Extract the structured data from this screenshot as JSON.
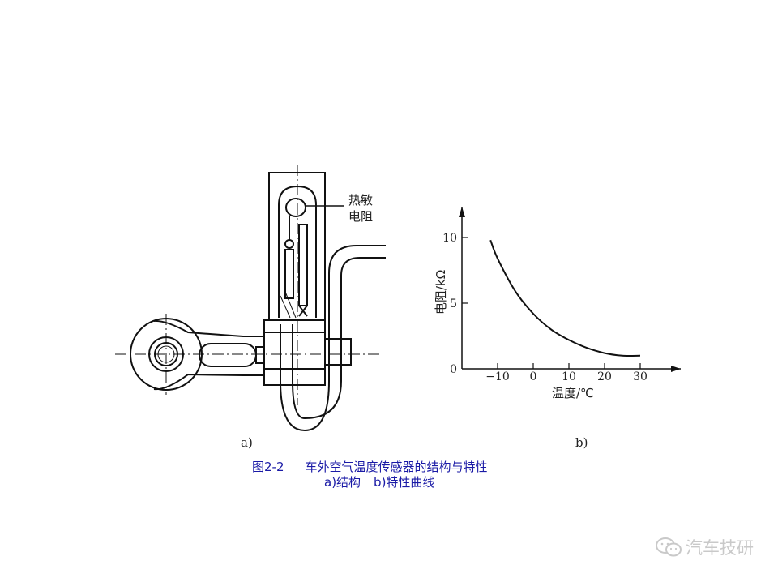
{
  "panel_a": {
    "label": "a)",
    "callout_line1": "热敏",
    "callout_line2": "电阻"
  },
  "panel_b": {
    "label": "b)",
    "ylabel": "电阻/kΩ",
    "xlabel": "温度/℃",
    "x_ticks": [
      "-10",
      "0",
      "10",
      "20",
      "30"
    ],
    "y_ticks": [
      "0",
      "5",
      "10"
    ],
    "curve": {
      "x": [
        -12,
        -10,
        -5,
        0,
        5,
        10,
        15,
        20,
        25,
        30
      ],
      "y": [
        9.8,
        8.4,
        5.9,
        4.2,
        3.0,
        2.2,
        1.6,
        1.2,
        1.0,
        1.0
      ]
    }
  },
  "caption": {
    "figure_number": "图2-2",
    "title": "车外空气温度传感器的结构与特性",
    "sub_a": "a)结构",
    "sub_b": "b)特性曲线"
  },
  "watermark": {
    "text": "汽车技研"
  }
}
